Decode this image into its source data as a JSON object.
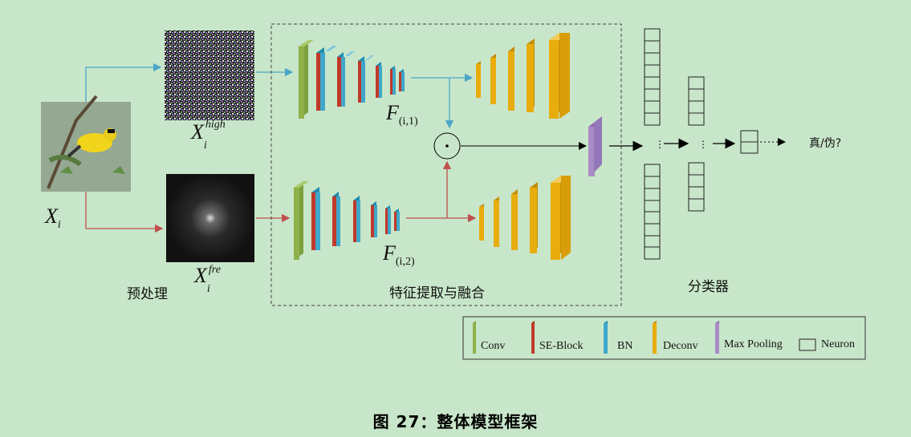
{
  "labels": {
    "input": "X",
    "input_sub": "i",
    "high": "X",
    "high_sub": "i",
    "high_sup": "high",
    "fre": "X",
    "fre_sub": "i",
    "fre_sup": "fre",
    "f1": "F",
    "f1_sub": "(i,1)",
    "f2": "F",
    "f2_sub": "(i,2)",
    "output": "真/伪?"
  },
  "section_titles": {
    "preprocess": "预处理",
    "feature": "特征提取与融合",
    "classifier": "分类器"
  },
  "legend": [
    {
      "name": "Conv",
      "color": "#8fb04a"
    },
    {
      "name": "SE-Block",
      "color": "#c0392b"
    },
    {
      "name": "BN",
      "color": "#3fa7c9"
    },
    {
      "name": "Deconv",
      "color": "#e8ac0c"
    },
    {
      "name": "Max Pooling",
      "color": "#a98cc6"
    },
    {
      "name": "Neuron",
      "color": "#ffffff"
    }
  ],
  "colors": {
    "blue_arrow": "#4aa6c8",
    "red_arrow": "#c0504d",
    "background": "#c8e6c9"
  },
  "caption": "图 27：整体模型框架"
}
